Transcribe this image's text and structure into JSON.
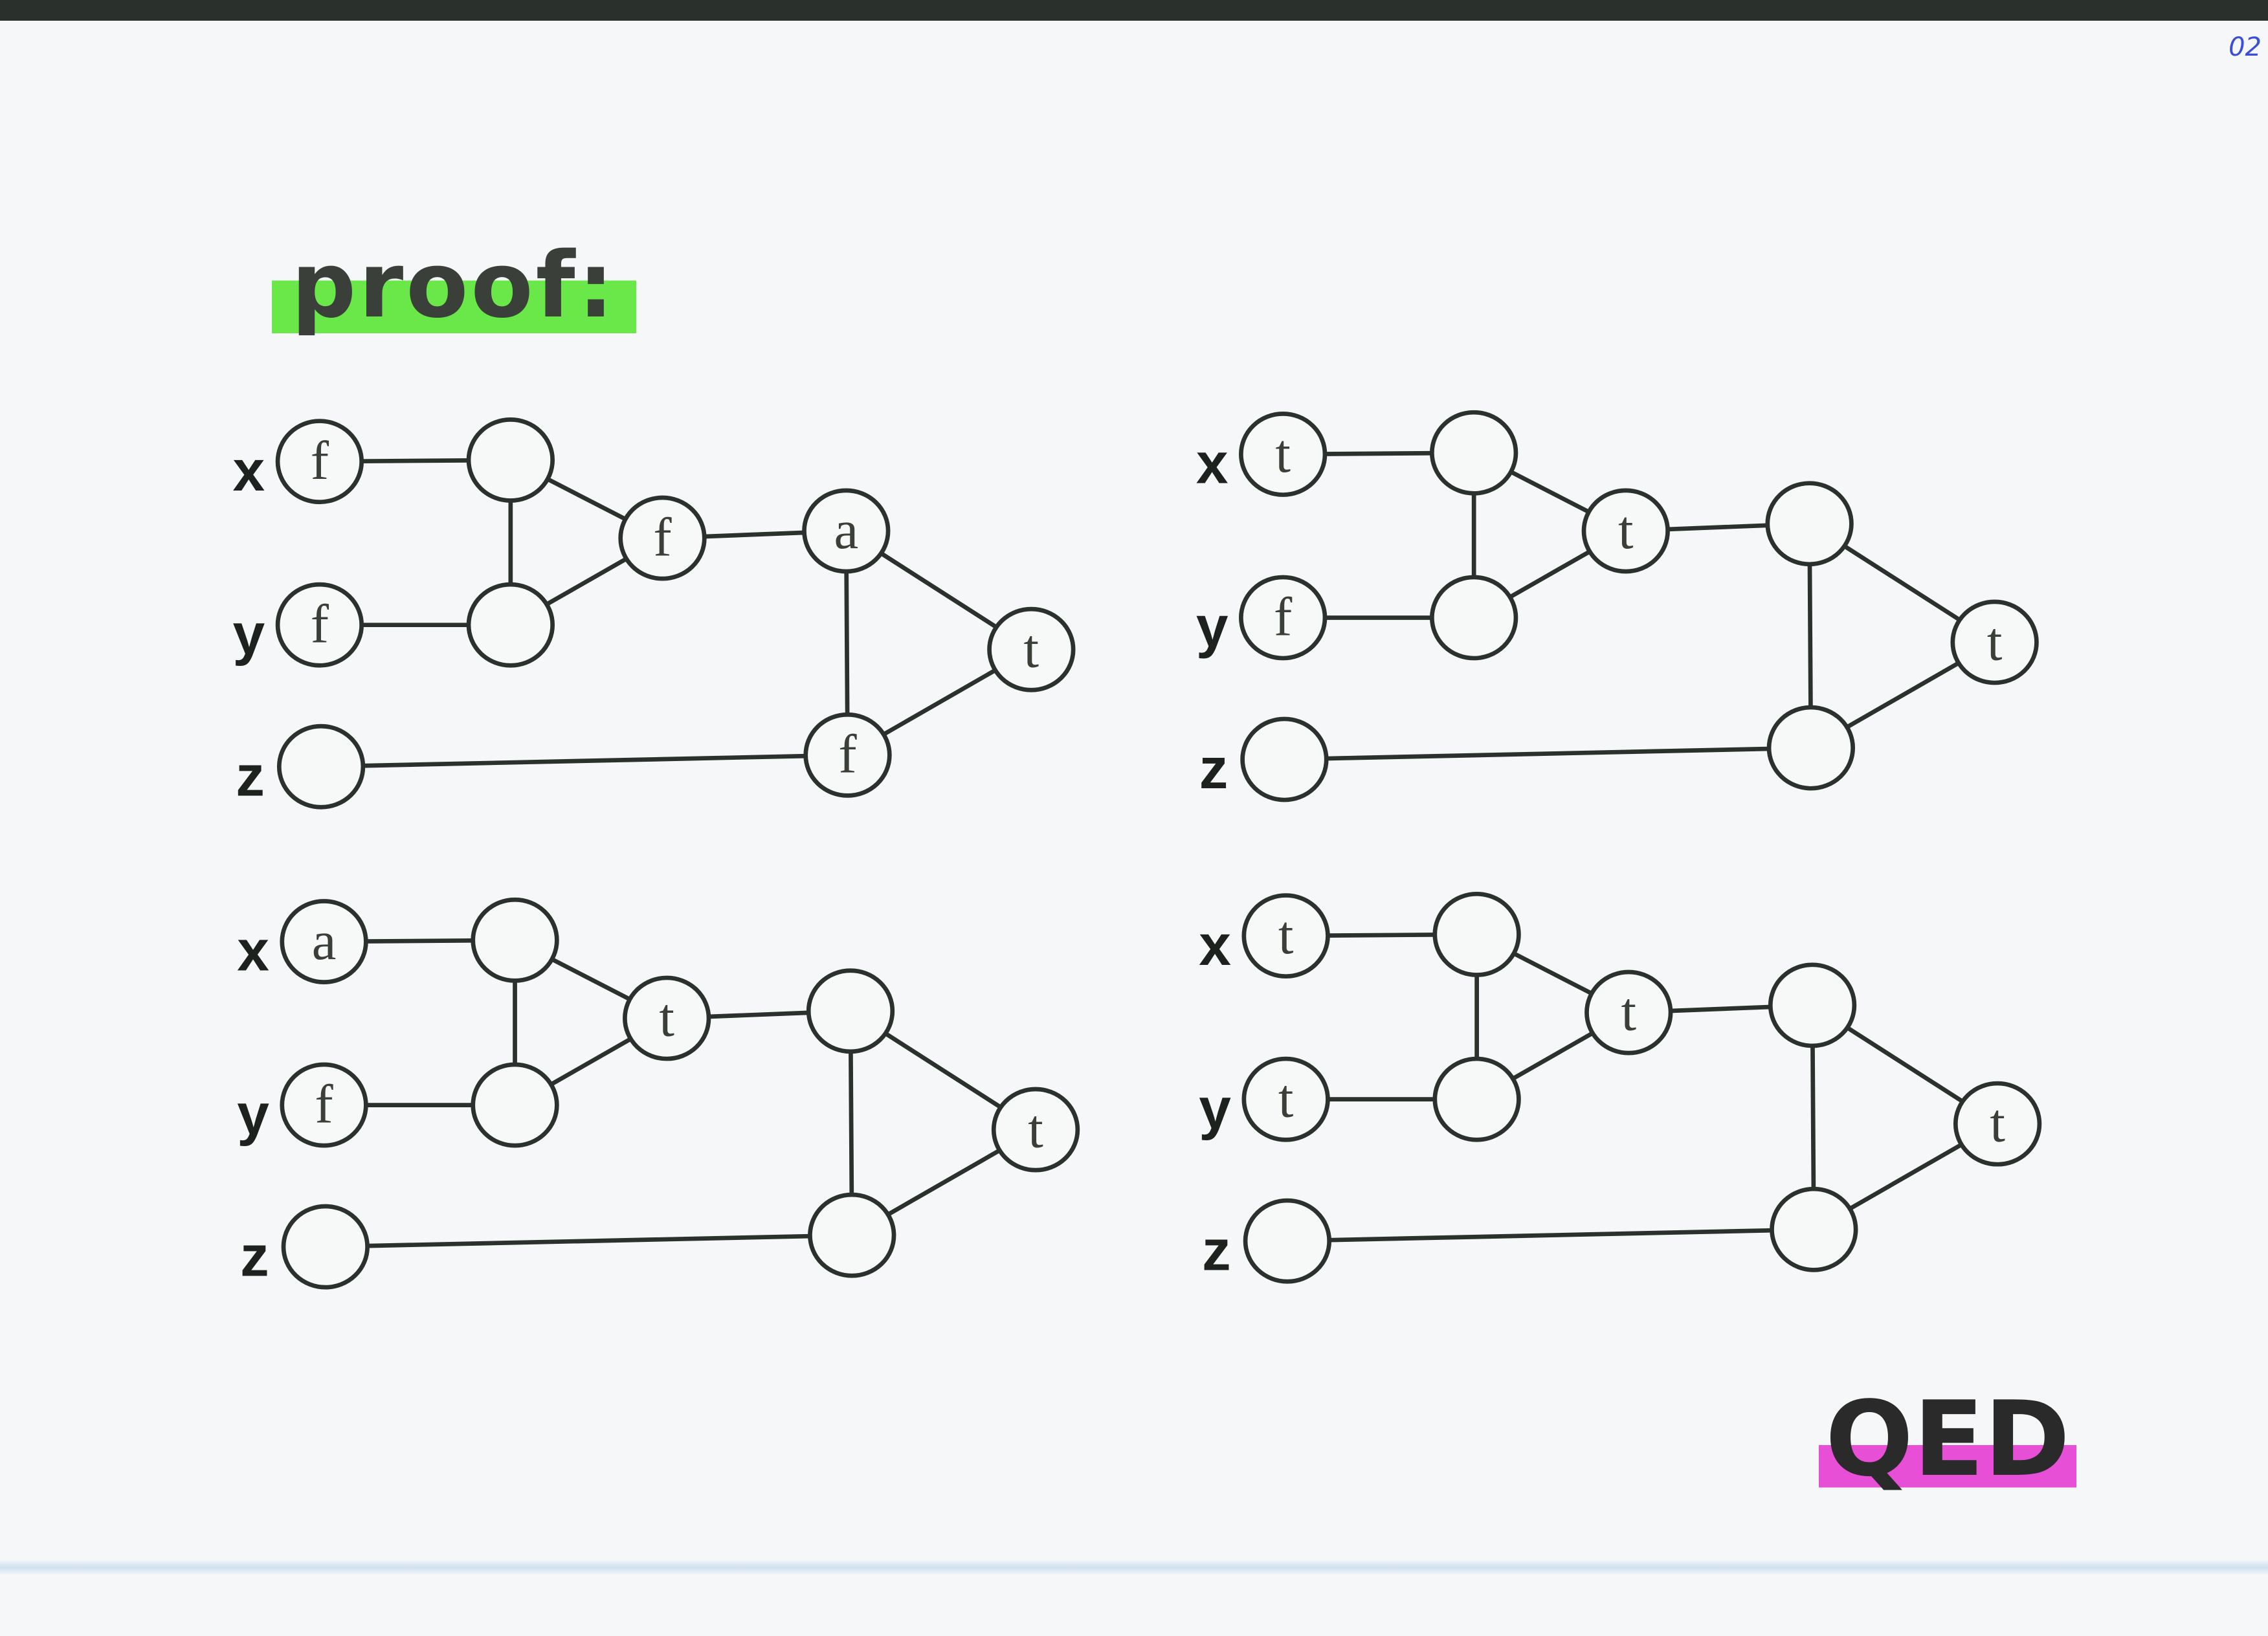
{
  "page_number": "02",
  "title": "proof:",
  "qed": "QED",
  "colors": {
    "title_highlight": "#6ae84a",
    "qed_highlight": "#e64fd6",
    "page_number": "#3a4fd8",
    "ink": "#2b312c"
  },
  "diagrams": [
    {
      "variables": [
        "x",
        "y",
        "z"
      ],
      "nodes": {
        "x": "f",
        "y": "f",
        "z": "",
        "g1_top": "",
        "g1_bottom": "",
        "g1_out": "f",
        "g2_top": "a",
        "g2_bottom": "f",
        "g2_right": "t"
      }
    },
    {
      "variables": [
        "x",
        "y",
        "z"
      ],
      "nodes": {
        "x": "t",
        "y": "f",
        "z": "",
        "g1_top": "",
        "g1_bottom": "",
        "g1_out": "t",
        "g2_top": "",
        "g2_bottom": "",
        "g2_right": "t"
      }
    },
    {
      "variables": [
        "x",
        "y",
        "z"
      ],
      "nodes": {
        "x": "a",
        "y": "f",
        "z": "",
        "g1_top": "",
        "g1_bottom": "",
        "g1_out": "t",
        "g2_top": "",
        "g2_bottom": "",
        "g2_right": "t"
      }
    },
    {
      "variables": [
        "x",
        "y",
        "z"
      ],
      "nodes": {
        "x": "t",
        "y": "t",
        "z": "",
        "g1_top": "",
        "g1_bottom": "",
        "g1_out": "t",
        "g2_top": "",
        "g2_bottom": "",
        "g2_right": "t"
      }
    }
  ]
}
